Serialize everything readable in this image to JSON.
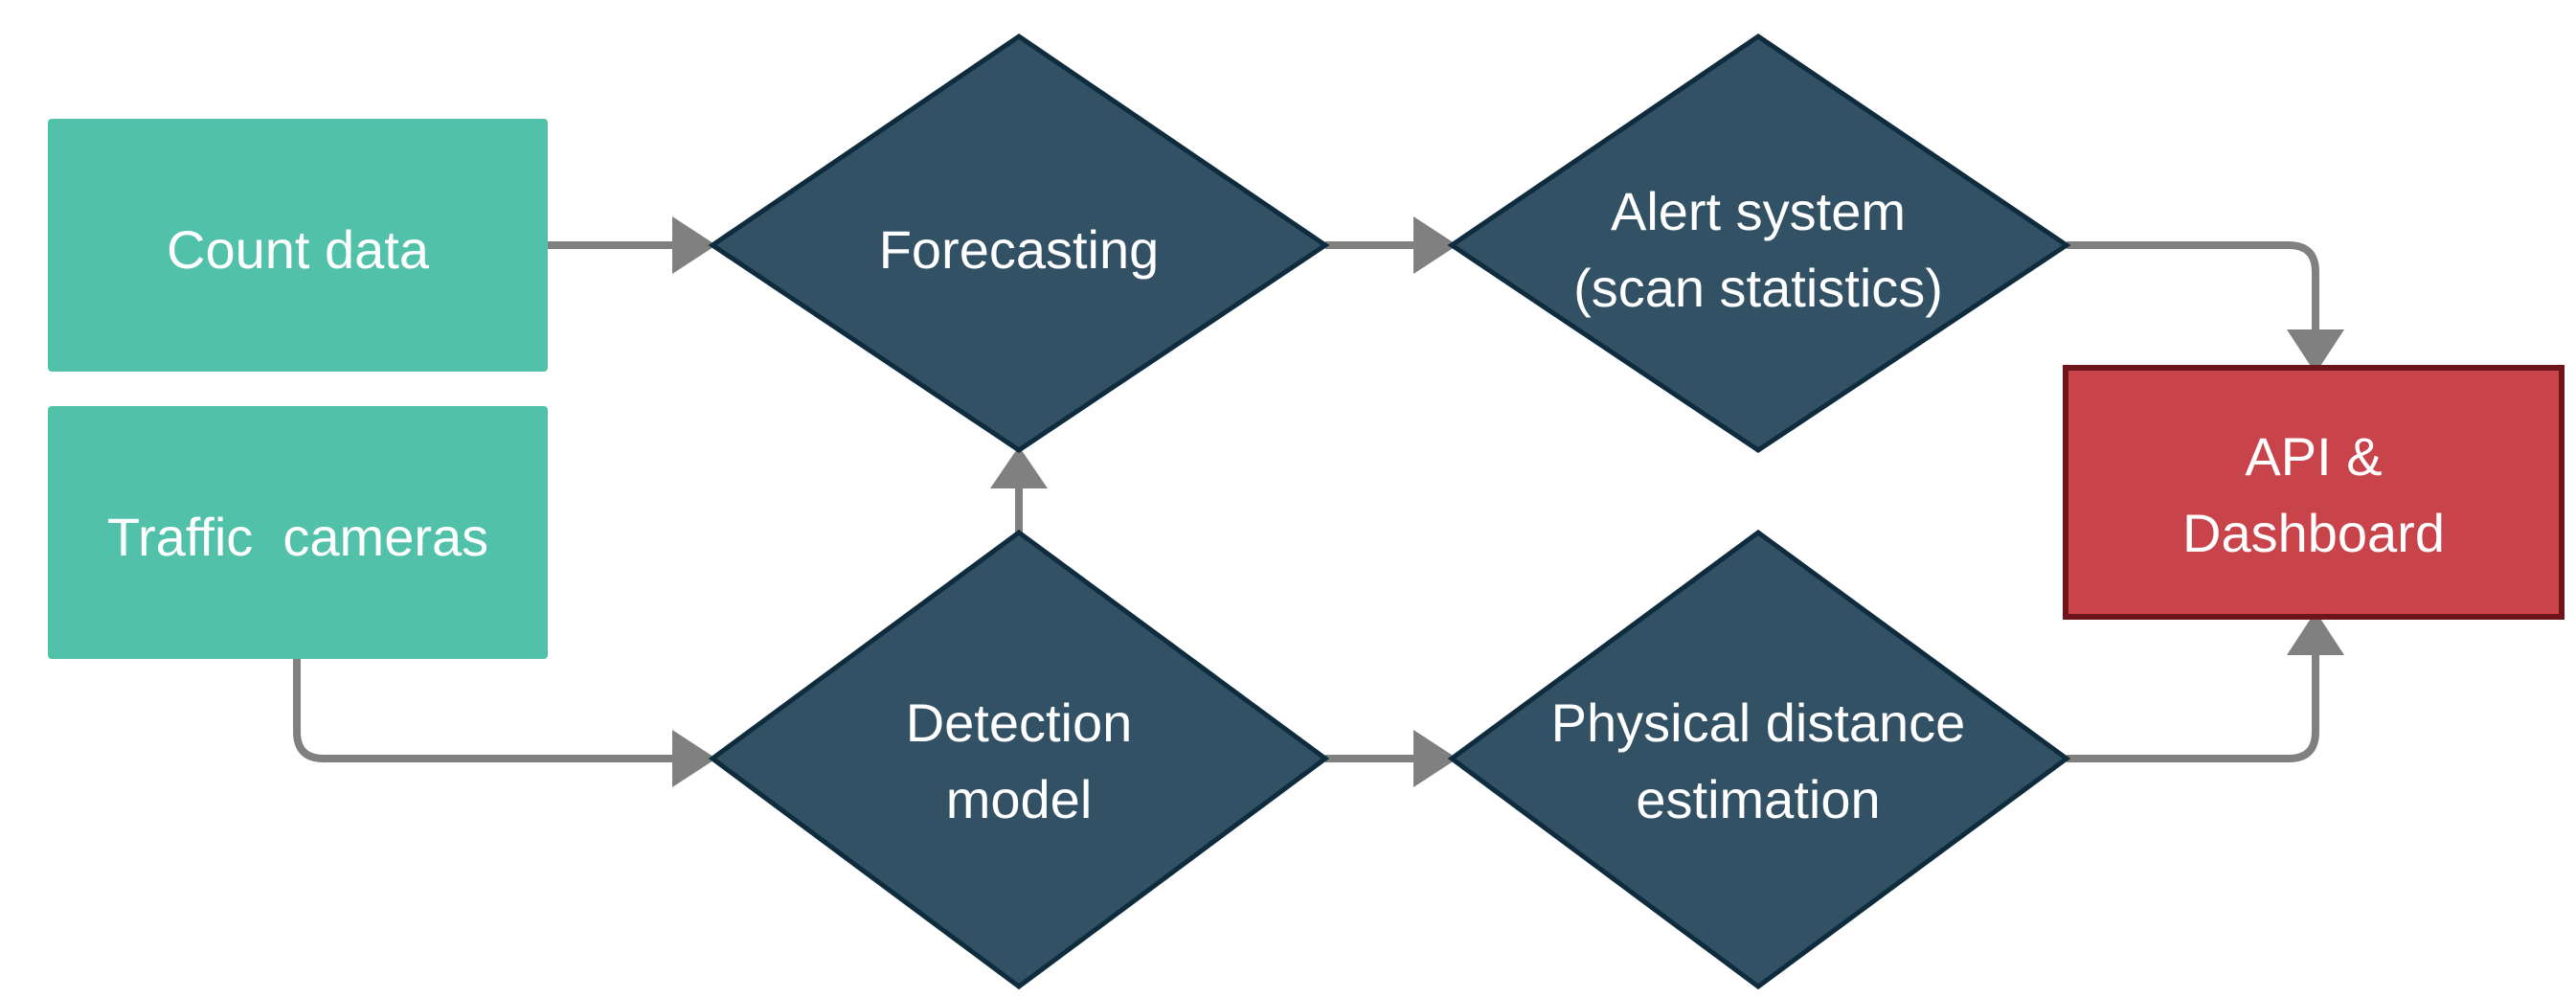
{
  "colors": {
    "source": "#52c1a9",
    "process": "#325164",
    "process_border": "#0f2c3e",
    "output": "#c9434b",
    "output_border": "#6e141b",
    "edge": "#808080",
    "text": "#ffffff"
  },
  "nodes": {
    "count_data": {
      "lines": [
        "Count data"
      ]
    },
    "traffic_cameras": {
      "lines": [
        "Traffic  cameras"
      ]
    },
    "forecasting": {
      "lines": [
        "Forecasting"
      ]
    },
    "detection_model": {
      "lines": [
        "Detection",
        "model"
      ]
    },
    "alert_system": {
      "lines": [
        "Alert system",
        "(scan statistics)"
      ]
    },
    "physical_distance": {
      "lines": [
        "Physical distance",
        "estimation"
      ]
    },
    "api_dashboard": {
      "lines": [
        "API &",
        "Dashboard"
      ]
    }
  }
}
